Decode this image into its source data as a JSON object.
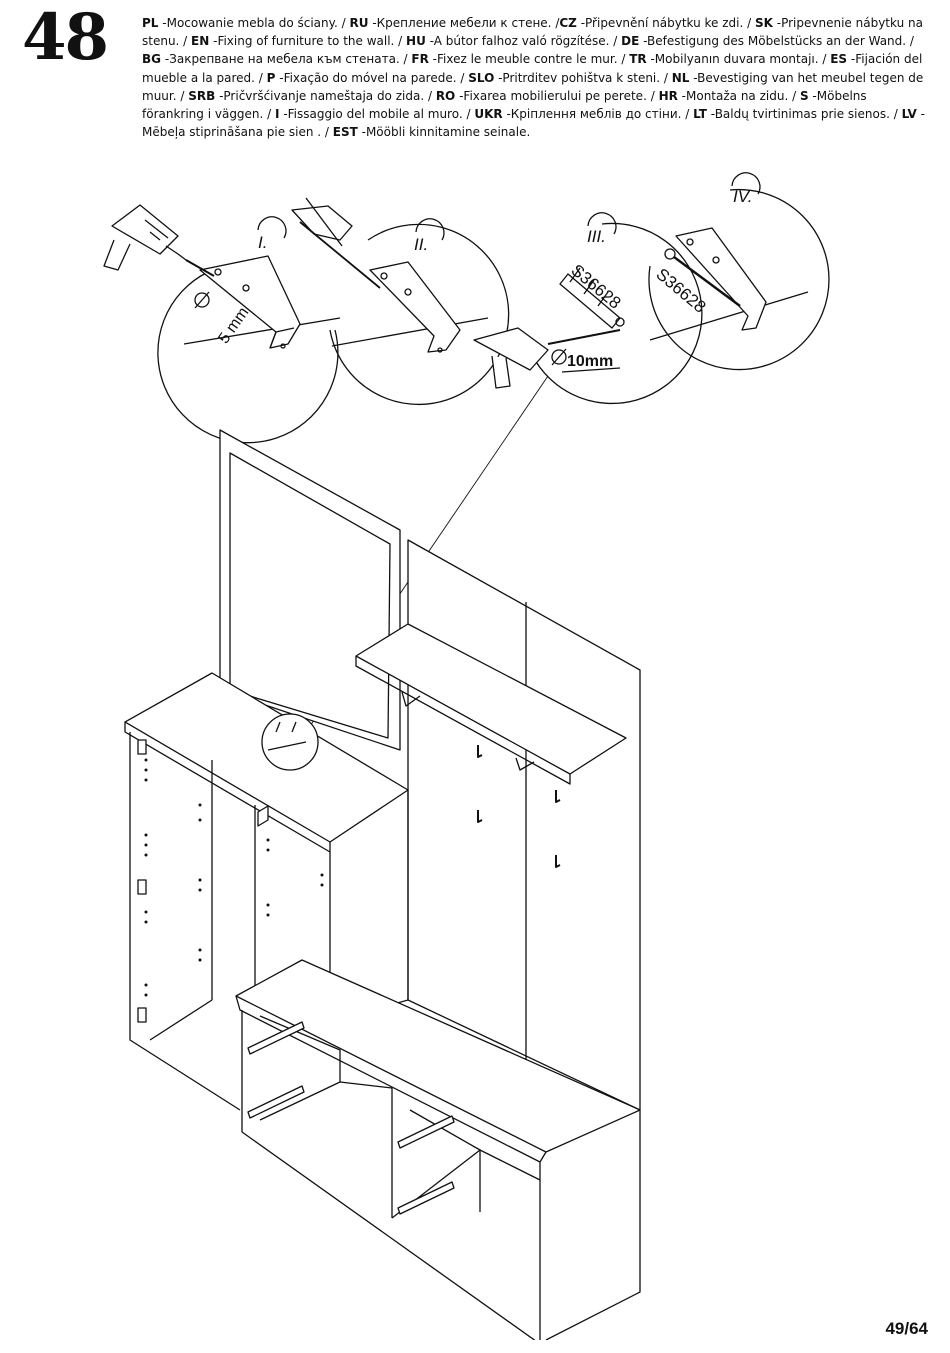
{
  "step": {
    "number": "48"
  },
  "instructions": [
    {
      "code": "PL",
      "text": " -Mocowanie mebla do ściany. / "
    },
    {
      "code": "RU",
      "text": " -Крепление мебели к стене. /"
    },
    {
      "code": "CZ",
      "text": " -Připevnění nábytku ke zdi. / "
    },
    {
      "code": "SK",
      "text": " -Pripevnenie nábytku na stenu. / "
    },
    {
      "code": "EN",
      "text": " -Fixing of furniture to the wall. / "
    },
    {
      "code": "HU",
      "text": " -A bútor falhoz való rögzítése. / "
    },
    {
      "code": "DE",
      "text": " -Befestigung des Möbelstücks an der Wand. / "
    },
    {
      "code": "BG",
      "text": " -Закрепване на мебела към стената. / "
    },
    {
      "code": "FR",
      "text": " -Fixez le meuble contre le mur. / "
    },
    {
      "code": "TR",
      "text": " -Mobilyanın duvara montajı. / "
    },
    {
      "code": "ES",
      "text": " -Fijación del mueble a la pared. / "
    },
    {
      "code": "P",
      "text": " -Fixação do móvel na parede. / "
    },
    {
      "code": "SLO",
      "text": " -Pritrditev pohištva k steni. / "
    },
    {
      "code": "NL",
      "text": " -Bevestiging van het meubel tegen de muur. / "
    },
    {
      "code": "SRB",
      "text": " -Pričvršćivanje nameštaja do zida. / "
    },
    {
      "code": "RO",
      "text": " -Fixarea mobilierului pe perete. / "
    },
    {
      "code": "HR",
      "text": " -Montaža na zidu. / "
    },
    {
      "code": "S",
      "text": " -Möbelns förankring i väggen. / "
    },
    {
      "code": "I",
      "text": " -Fissaggio del mobile al muro. / "
    },
    {
      "code": "UKR",
      "text": " -Кріплення меблів до стіни. / "
    },
    {
      "code": "LT",
      "text": " -Baldų tvirtinimas prie sienos. / "
    },
    {
      "code": "LV",
      "text": " -Mēbeļa stiprināšana pie sien            . / "
    },
    {
      "code": "EST",
      "text": " -Mööbli kinnitamine seinale."
    }
  ],
  "detail_steps": {
    "i": "I.",
    "ii": "II.",
    "iii": "III.",
    "iv": "IV."
  },
  "dimensions": {
    "drill_small": "5 mm",
    "drill_large": "10mm",
    "diameter_symbol": "∅"
  },
  "part_codes": {
    "anchor": "S36628",
    "screw": "S36628"
  },
  "page": {
    "counter": "49/64"
  }
}
